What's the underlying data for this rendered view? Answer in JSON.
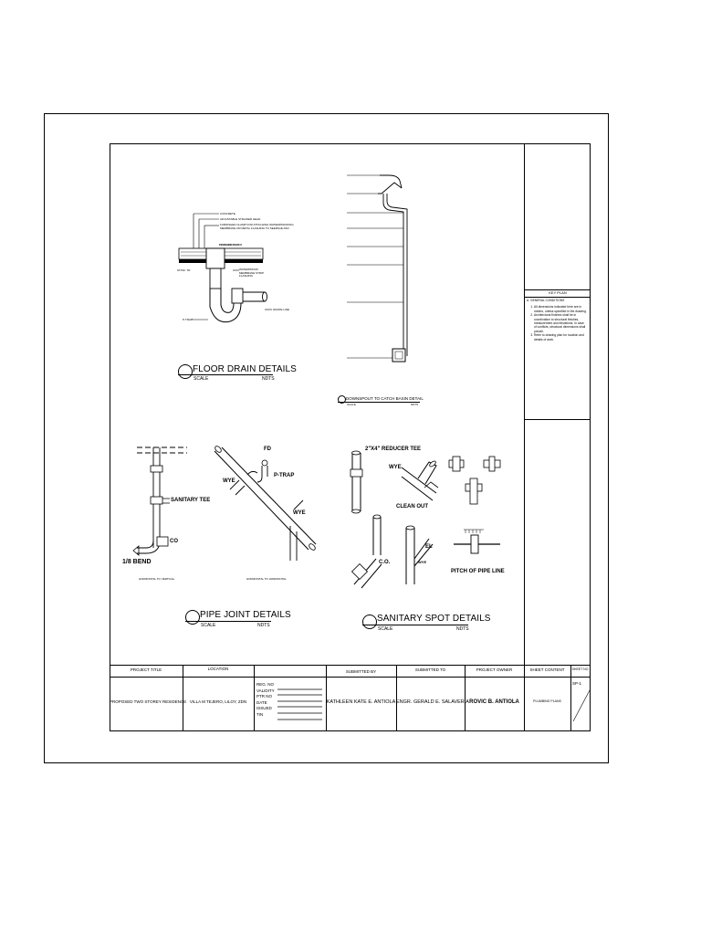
{
  "details": {
    "floor_drain": {
      "title": "FLOOR DRAIN DETAILS",
      "scale_label": "SCALE",
      "scale_value": "NDTS",
      "callouts": [
        "CONCRETE",
        "ADJUSTABLE STRAINER HEAD",
        "FURNISHED CLAMP FOR ATTACHING WATERPROOFING MEMBRANE OR METAL FLASHING TO SEEPAGE PAN",
        "FINISHED FLOOR",
        "ST/NK. TR",
        "WATERPROOF MEMBRANE STRIP FLASHING",
        "WASTE LINE",
        "P-TRAP"
      ]
    },
    "downspout": {
      "title": "DOWNSPOUT TO CATCH BASIN DETAIL",
      "scale_label": "SCALE",
      "scale_value": "NDTS"
    },
    "pipe_joint": {
      "title": "PIPE JOINT DETAILS",
      "scale_label": "SCALE",
      "scale_value": "NDTS",
      "labels": {
        "sanitary_tee": "SANITARY TEE",
        "bend": "1/8 BEND",
        "co": "CO",
        "fd": "FD",
        "p_trap": "P-TRAP",
        "wye_left": "WYE",
        "wye_right": "WYE",
        "caption_left": "HORIZONTAL TO VERTICAL",
        "caption_right": "HORIZONTAL TO HORIZONTAL"
      }
    },
    "sanitary_spot": {
      "title": "SANITARY SPOT DETAILS",
      "scale_label": "SCALE",
      "scale_value": "NDTS",
      "labels": {
        "reducer_tee": "2\"X4\" REDUCER TEE",
        "wye": "WYE",
        "clean_out": "CLEAN OUT",
        "co": "C.O.",
        "el": "EL",
        "wye2": "WYE",
        "pitch": "PITCH OF PIPE LINE"
      }
    }
  },
  "key_plan": {
    "title": "KEY PLAN",
    "section": "A.   GENERAL CONDITIONS",
    "notes": [
      "All dimensions indicated here are in meters, unless specified in the drawing.",
      "Architectural finishes shall be in coordination to structural finishes, measurement and elevations. In case of conflicts, structural dimensions shall prevail.",
      "Refer to drawing plan for location and details of work."
    ]
  },
  "title_block": {
    "headers": {
      "project_title": "PROJECT TITLE",
      "location": "LOCATION",
      "submitted_by": "SUBMITTED BY",
      "submitted_to": "SUBMITTED TO",
      "project_owner": "PROJECT OWNER",
      "sheet_content": "SHEET CONTENT",
      "sheet_no": "SHEET NO."
    },
    "values": {
      "project_title": "PROPOSED TWO STOREY RESIDENCE",
      "location": "VILLA M TEJERO, LILOY, ZDN",
      "submitted_by": "KATHLEEN KATE E. ANTIOLA",
      "submitted_to": "ENGR. GERALD E. SALAVERIA",
      "project_owner": "ROVIC B. ANTIOLA",
      "sheet_content": "PLUMBING PLANS",
      "sheet_no": "SP-1"
    },
    "registration": {
      "reg_no": "REG. NO",
      "validity": "VALIDITY",
      "ptr_no": "PTR NO",
      "date": "DATE",
      "issued": "ISSUED",
      "tin": "TIN"
    }
  }
}
